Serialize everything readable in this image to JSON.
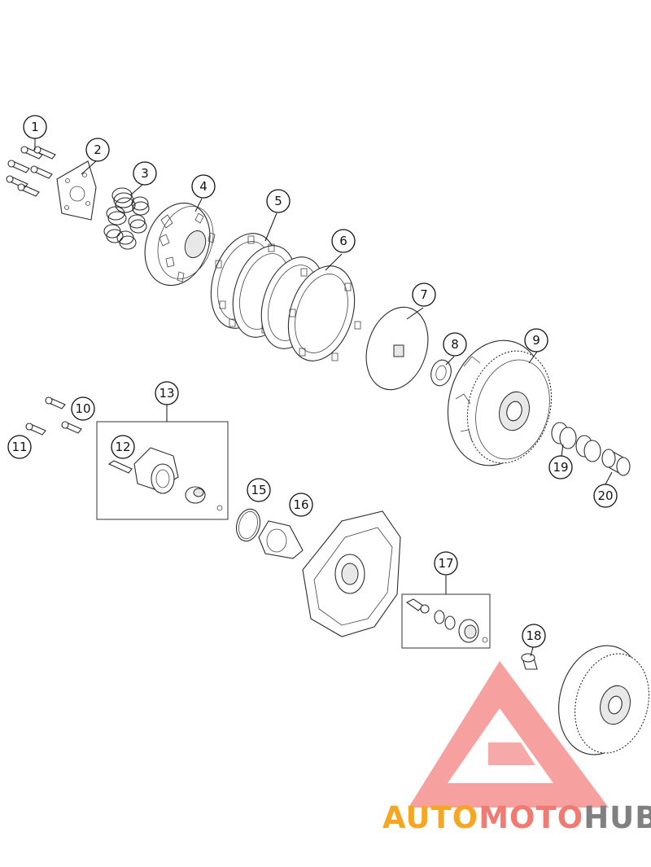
{
  "diagram": {
    "callouts": [
      "1",
      "2",
      "3",
      "4",
      "5",
      "6",
      "7",
      "8",
      "9",
      "10",
      "11",
      "12",
      "13",
      "15",
      "16",
      "17",
      "18",
      "19",
      "20"
    ]
  },
  "watermark": {
    "brand_auto": "AUTO",
    "brand_moto": "MOTO",
    "brand_hub": "HUB",
    "colors": {
      "auto": "#f5a623",
      "moto": "#f07b72",
      "hub": "#808080",
      "triangle": "#ef5350"
    }
  }
}
